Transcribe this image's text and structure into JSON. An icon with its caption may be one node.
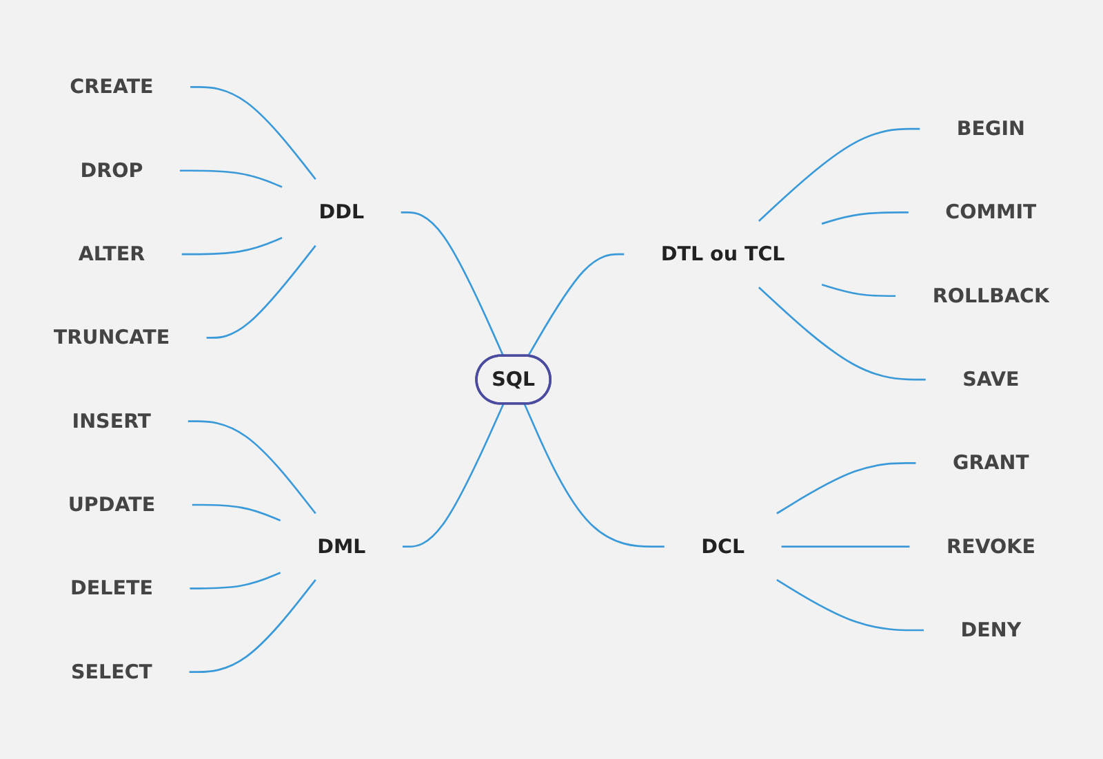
{
  "diagram": {
    "nodes": [
      {
        "text": [
          "SQL"
        ]
      },
      {
        "text": [
          "DDL"
        ]
      },
      {
        "text": [
          "CREATE"
        ]
      },
      {
        "text": [
          "DROP"
        ]
      },
      {
        "text": [
          "ALTER"
        ]
      },
      {
        "text": [
          "TRUNCATE"
        ]
      },
      {
        "text": [
          "DML"
        ]
      },
      {
        "text": [
          "INSERT"
        ]
      },
      {
        "text": [
          "UPDATE"
        ]
      },
      {
        "text": [
          "DELETE"
        ]
      },
      {
        "text": [
          "SELECT"
        ]
      },
      {
        "text": [
          "DTL ou TCL"
        ]
      },
      {
        "text": [
          "BEGIN"
        ]
      },
      {
        "text": [
          "COMMIT"
        ]
      },
      {
        "text": [
          "ROLLBACK"
        ]
      },
      {
        "text": [
          "SAVE"
        ]
      },
      {
        "text": [
          "DCL"
        ]
      },
      {
        "text": [
          "GRANT"
        ]
      },
      {
        "text": [
          "REVOKE"
        ]
      },
      {
        "text": [
          "DENY"
        ]
      }
    ],
    "edges": [
      {
        "from": 2,
        "to": 1,
        "arrow": "none"
      },
      {
        "from": 3,
        "to": 1,
        "arrow": "none"
      },
      {
        "from": 4,
        "to": 1,
        "arrow": "none"
      },
      {
        "from": 5,
        "to": 1,
        "arrow": "none"
      },
      {
        "from": 1,
        "to": 0,
        "arrow": "none"
      },
      {
        "from": 7,
        "to": 6,
        "arrow": "none"
      },
      {
        "from": 8,
        "to": 6,
        "arrow": "none"
      },
      {
        "from": 9,
        "to": 6,
        "arrow": "none"
      },
      {
        "from": 10,
        "to": 6,
        "arrow": "none"
      },
      {
        "from": 6,
        "to": 0,
        "arrow": "none"
      },
      {
        "from": 0,
        "to": 11,
        "arrow": "none"
      },
      {
        "from": 11,
        "to": 12,
        "arrow": "none"
      },
      {
        "from": 11,
        "to": 13,
        "arrow": "none"
      },
      {
        "from": 11,
        "to": 14,
        "arrow": "none"
      },
      {
        "from": 11,
        "to": 15,
        "arrow": "none"
      },
      {
        "from": 0,
        "to": 16,
        "arrow": "none"
      },
      {
        "from": 16,
        "to": 17,
        "arrow": "none"
      },
      {
        "from": 16,
        "to": 18,
        "arrow": "none"
      },
      {
        "from": 16,
        "to": 19,
        "arrow": "none"
      }
    ]
  }
}
